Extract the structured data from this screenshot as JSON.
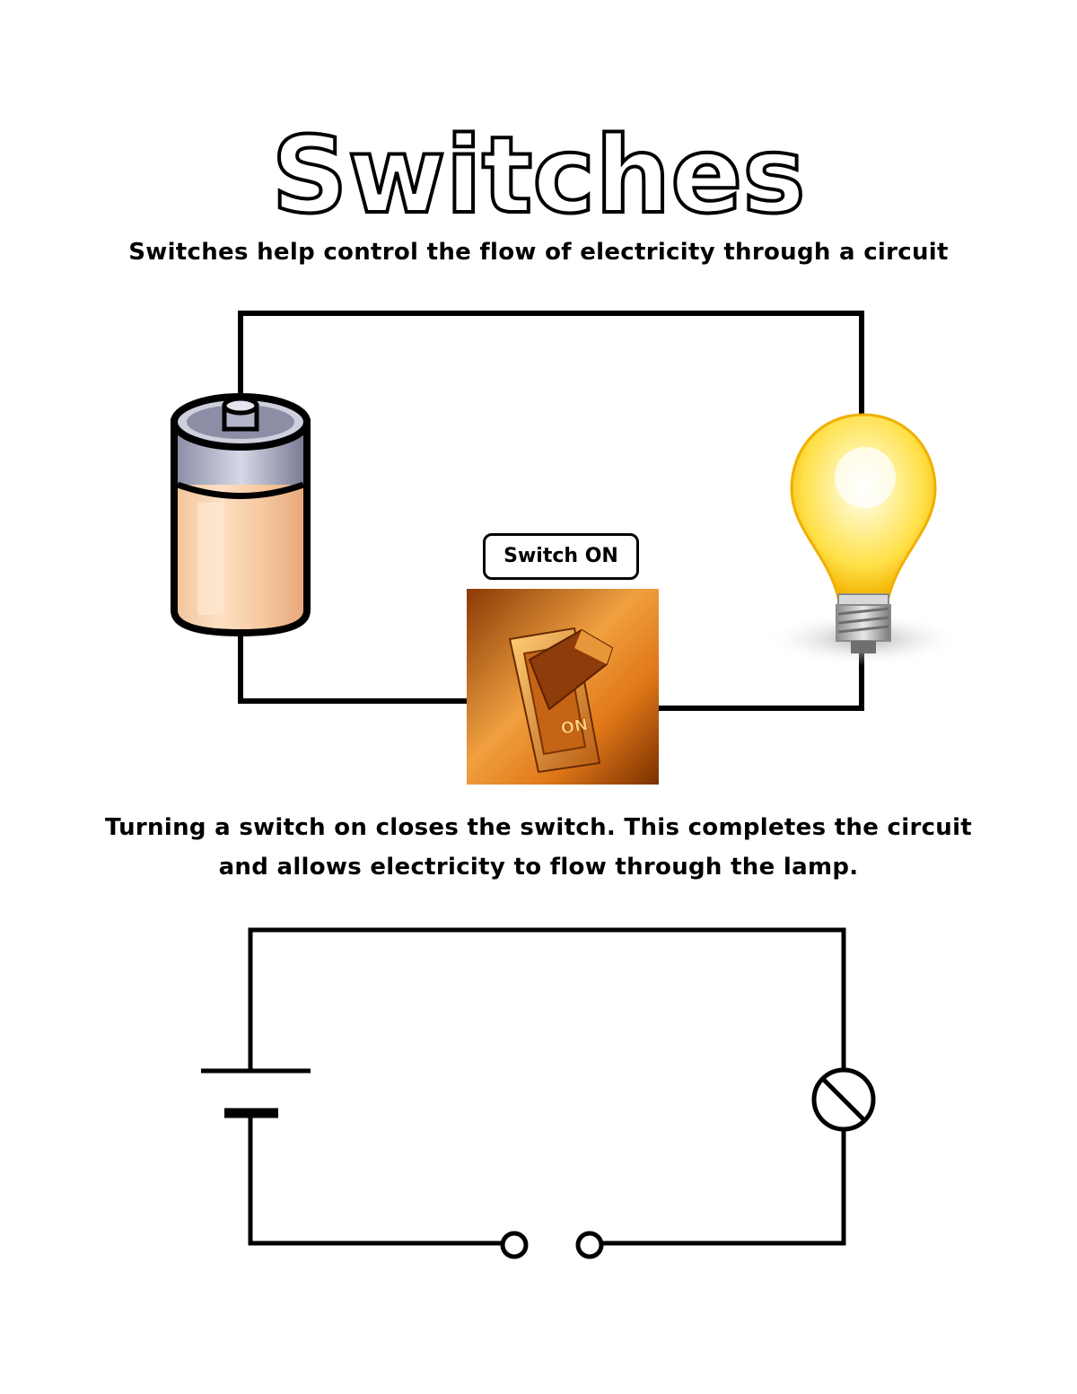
{
  "header": {
    "title": "Switches",
    "subtitle": "Switches help control the flow of electricity through a circuit"
  },
  "picture_circuit": {
    "switch_label": "Switch ON",
    "switch_plate_text": "ON"
  },
  "caption": {
    "line1": "Turning a switch on closes the switch. This completes the circuit",
    "line2": "and allows electricity to flow through the lamp."
  }
}
